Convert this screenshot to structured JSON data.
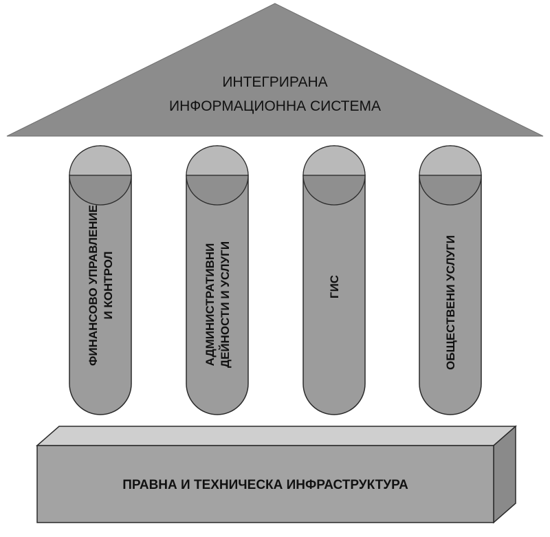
{
  "roof": {
    "line1": "ИНТЕГРИРАНА",
    "line2": "ИНФОРМАЦИОННА СИСТЕМА"
  },
  "pillars": [
    {
      "line1": "ФИНАНСОВО УПРАВЛЕНИЕ",
      "line2": "И КОНТРОЛ"
    },
    {
      "line1": "АДМИНИСТРАТИВНИ",
      "line2": "ДЕЙНОСТИ И УСЛУГИ"
    },
    {
      "line1": "ГИС",
      "line2": ""
    },
    {
      "line1": "ОБЩЕСТВЕНИ УСЛУГИ",
      "line2": ""
    }
  ],
  "base": {
    "label": "ПРАВНА И ТЕХНИЧЕСКА ИНФРАСТРУКТУРА"
  },
  "colors": {
    "roof": "#8c8c8c",
    "pillar_body": "#9c9c9c",
    "pillar_top": "#b9b9b9",
    "pillar_top_lower": "#8f8f8f",
    "base_front": "#a3a3a3",
    "base_top": "#cfcfcf",
    "base_side": "#8a8a8a",
    "outline": "#2a2a2a"
  }
}
